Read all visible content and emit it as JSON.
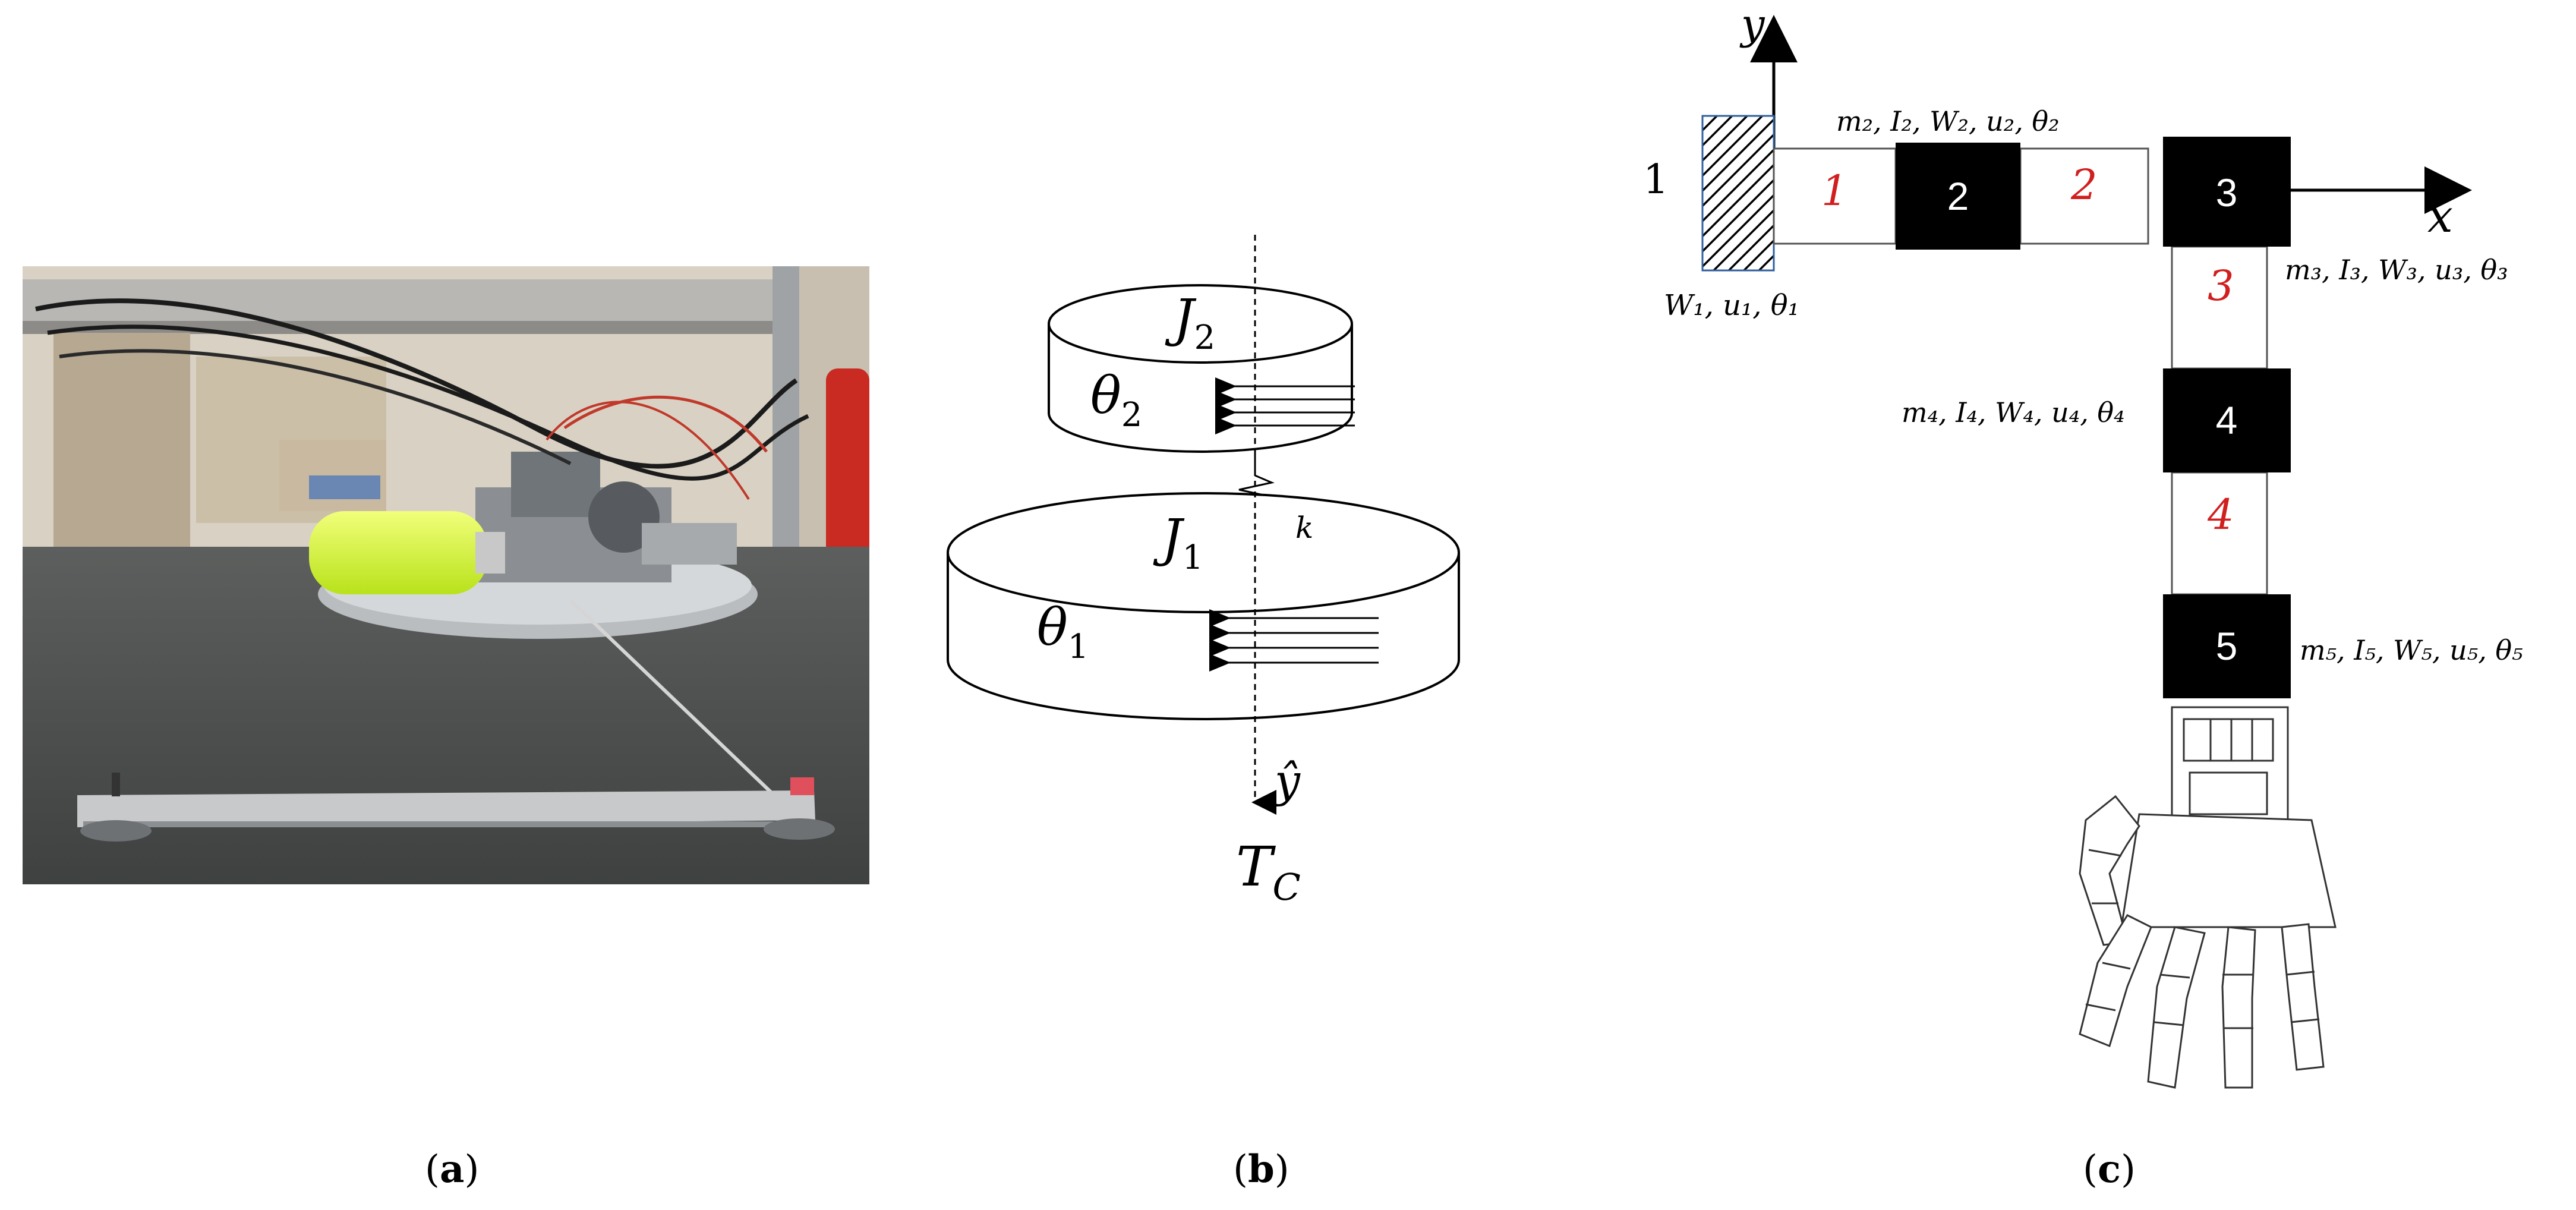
{
  "panels": {
    "a": {
      "label_open": "(",
      "label_letter": "a",
      "label_close": ")"
    },
    "b": {
      "label_open": "(",
      "label_letter": "b",
      "label_close": ")",
      "upper_inertia": "J",
      "upper_inertia_sub": "2",
      "upper_angle": "θ",
      "upper_angle_sub": "2",
      "lower_inertia": "J",
      "lower_inertia_sub": "1",
      "lower_angle": "θ",
      "lower_angle_sub": "1",
      "spring": "k",
      "axis": "ŷ",
      "torque": "T",
      "torque_sub": "C"
    },
    "c": {
      "label_open": "(",
      "label_letter": "c",
      "label_close": ")",
      "axis_y": "y",
      "axis_x": "x",
      "wall_number": "1",
      "wall_params": "W₁, u₁, θ₁",
      "nodes": [
        {
          "id": "2",
          "params": "m₂, I₂, W₂, u₂, θ₂"
        },
        {
          "id": "3",
          "params": "m₃, I₃, W₃, u₃, θ₃"
        },
        {
          "id": "4",
          "params": "m₄, I₄, W₄, u₄, θ₄"
        },
        {
          "id": "5",
          "params": "m₅, I₅, W₅, u₅, θ₅"
        }
      ],
      "links": [
        "1",
        "2",
        "3",
        "4"
      ],
      "link_color": "#d11f1f"
    }
  }
}
